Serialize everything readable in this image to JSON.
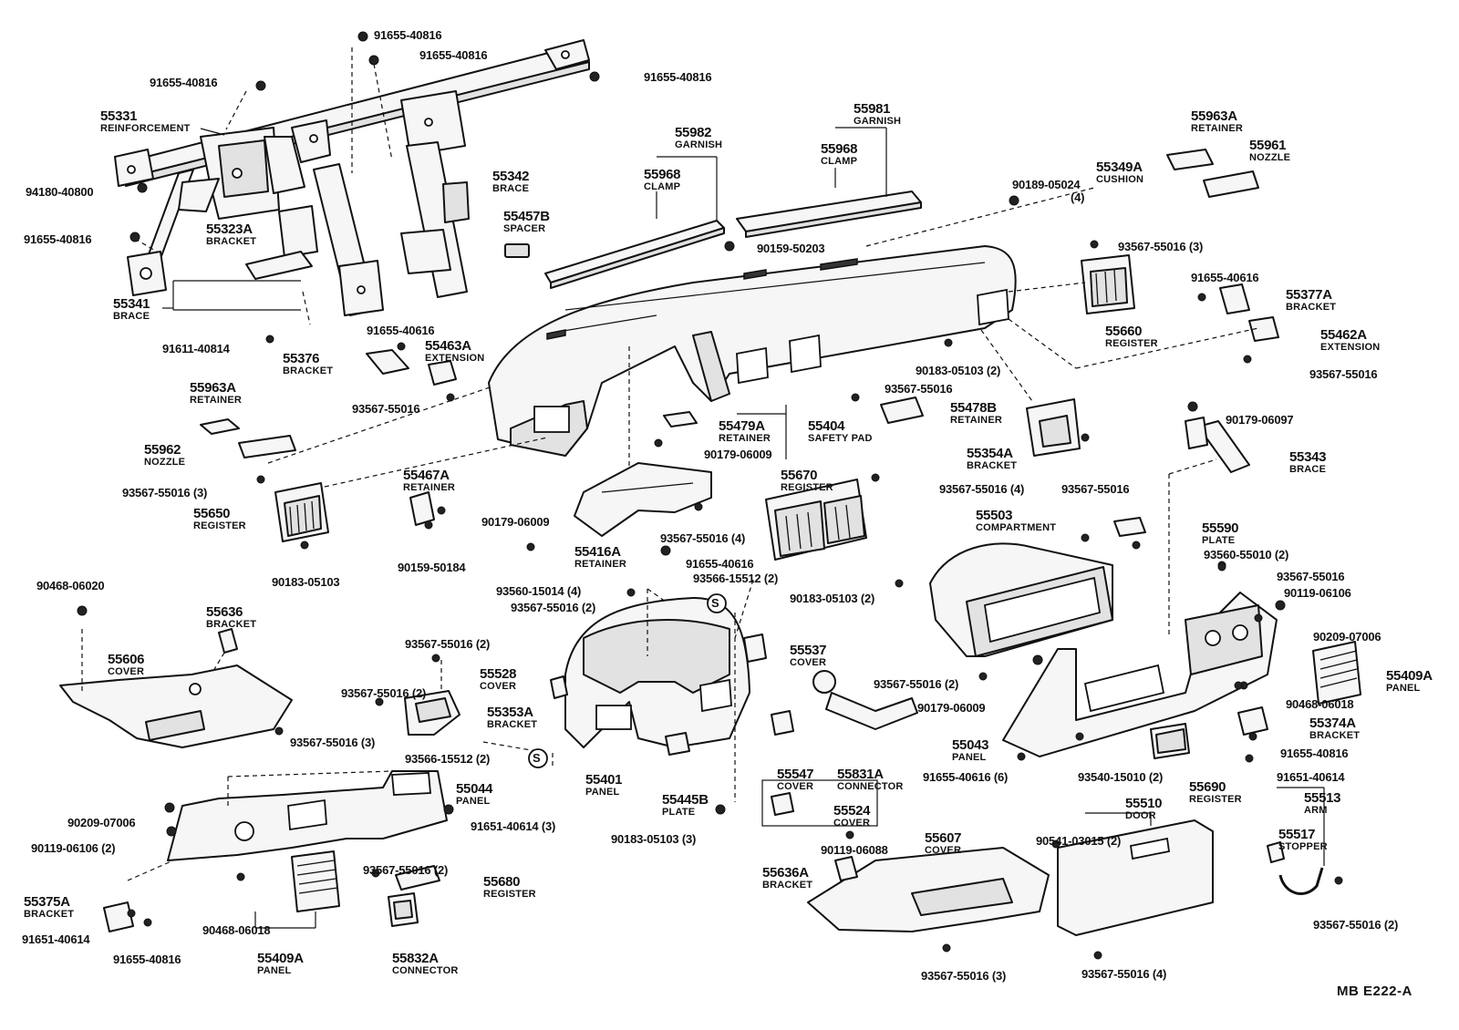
{
  "diagram_code": "MB  E222-A",
  "callouts": [
    {
      "id": "c-55331",
      "part_no": "55331",
      "name": "REINFORCEMENT"
    },
    {
      "id": "c-55342",
      "part_no": "55342",
      "name": "BRACE"
    },
    {
      "id": "c-55323a",
      "part_no": "55323A",
      "name": "BRACKET"
    },
    {
      "id": "c-55341",
      "part_no": "55341",
      "name": "BRACE"
    },
    {
      "id": "c-55376",
      "part_no": "55376",
      "name": "BRACKET"
    },
    {
      "id": "c-55463a",
      "part_no": "55463A",
      "name": "EXTENSION"
    },
    {
      "id": "c-55963a-l",
      "part_no": "55963A",
      "name": "RETAINER"
    },
    {
      "id": "c-55962",
      "part_no": "55962",
      "name": "NOZZLE"
    },
    {
      "id": "c-55650",
      "part_no": "55650",
      "name": "REGISTER"
    },
    {
      "id": "c-55467a",
      "part_no": "55467A",
      "name": "RETAINER"
    },
    {
      "id": "c-55457b",
      "part_no": "55457B",
      "name": "SPACER"
    },
    {
      "id": "c-55982",
      "part_no": "55982",
      "name": "GARNISH"
    },
    {
      "id": "c-55968-l",
      "part_no": "55968",
      "name": "CLAMP"
    },
    {
      "id": "c-55981",
      "part_no": "55981",
      "name": "GARNISH"
    },
    {
      "id": "c-55968-r",
      "part_no": "55968",
      "name": "CLAMP"
    },
    {
      "id": "c-55349a",
      "part_no": "55349A",
      "name": "CUSHION"
    },
    {
      "id": "c-55963a-r",
      "part_no": "55963A",
      "name": "RETAINER"
    },
    {
      "id": "c-55961",
      "part_no": "55961",
      "name": "NOZZLE"
    },
    {
      "id": "c-55377a",
      "part_no": "55377A",
      "name": "BRACKET"
    },
    {
      "id": "c-55660",
      "part_no": "55660",
      "name": "REGISTER"
    },
    {
      "id": "c-55462a",
      "part_no": "55462A",
      "name": "EXTENSION"
    },
    {
      "id": "c-55479a",
      "part_no": "55479A",
      "name": "RETAINER"
    },
    {
      "id": "c-55404",
      "part_no": "55404",
      "name": "SAFETY PAD"
    },
    {
      "id": "c-55478b",
      "part_no": "55478B",
      "name": "RETAINER"
    },
    {
      "id": "c-55354a",
      "part_no": "55354A",
      "name": "BRACKET"
    },
    {
      "id": "c-55343",
      "part_no": "55343",
      "name": "BRACE"
    },
    {
      "id": "c-55670",
      "part_no": "55670",
      "name": "REGISTER"
    },
    {
      "id": "c-55416a",
      "part_no": "55416A",
      "name": "RETAINER"
    },
    {
      "id": "c-55503",
      "part_no": "55503",
      "name": "COMPARTMENT"
    },
    {
      "id": "c-55590",
      "part_no": "55590",
      "name": "PLATE"
    },
    {
      "id": "c-55636-l",
      "part_no": "55636",
      "name": "BRACKET"
    },
    {
      "id": "c-55606",
      "part_no": "55606",
      "name": "COVER"
    },
    {
      "id": "c-55353a",
      "part_no": "55353A",
      "name": "BRACKET"
    },
    {
      "id": "c-55528",
      "part_no": "55528",
      "name": "COVER"
    },
    {
      "id": "c-55537",
      "part_no": "55537",
      "name": "COVER"
    },
    {
      "id": "c-55401",
      "part_no": "55401",
      "name": "PANEL"
    },
    {
      "id": "c-55445b",
      "part_no": "55445B",
      "name": "PLATE"
    },
    {
      "id": "c-55547",
      "part_no": "55547",
      "name": "COVER"
    },
    {
      "id": "c-55831a",
      "part_no": "55831A",
      "name": "CONNECTOR"
    },
    {
      "id": "c-55524",
      "part_no": "55524",
      "name": "COVER"
    },
    {
      "id": "c-55409a-r",
      "part_no": "55409A",
      "name": "PANEL"
    },
    {
      "id": "c-55374a",
      "part_no": "55374A",
      "name": "BRACKET"
    },
    {
      "id": "c-55043",
      "part_no": "55043",
      "name": "PANEL"
    },
    {
      "id": "c-55690",
      "part_no": "55690",
      "name": "REGISTER"
    },
    {
      "id": "c-55044",
      "part_no": "55044",
      "name": "PANEL"
    },
    {
      "id": "c-55680",
      "part_no": "55680",
      "name": "REGISTER"
    },
    {
      "id": "c-55375a",
      "part_no": "55375A",
      "name": "BRACKET"
    },
    {
      "id": "c-55409a-l",
      "part_no": "55409A",
      "name": "PANEL"
    },
    {
      "id": "c-55832a",
      "part_no": "55832A",
      "name": "CONNECTOR"
    },
    {
      "id": "c-55636a",
      "part_no": "55636A",
      "name": "BRACKET"
    },
    {
      "id": "c-55607",
      "part_no": "55607",
      "name": "COVER"
    },
    {
      "id": "c-55510",
      "part_no": "55510",
      "name": "DOOR"
    },
    {
      "id": "c-55513",
      "part_no": "55513",
      "name": "ARM"
    },
    {
      "id": "c-55517",
      "part_no": "55517",
      "name": "STOPPER"
    }
  ],
  "hardware": [
    {
      "id": "h1",
      "text": "91655-40816"
    },
    {
      "id": "h2",
      "text": "91655-40816"
    },
    {
      "id": "h3",
      "text": "91655-40816"
    },
    {
      "id": "h4",
      "text": "91655-40816"
    },
    {
      "id": "h5",
      "text": "94180-40800"
    },
    {
      "id": "h6",
      "text": "91655-40816"
    },
    {
      "id": "h7",
      "text": "91655-40616"
    },
    {
      "id": "h8",
      "text": "91611-40814"
    },
    {
      "id": "h9",
      "text": "93567-55016"
    },
    {
      "id": "h10",
      "text": "93567-55016 (3)"
    },
    {
      "id": "h11",
      "text": "90183-05103"
    },
    {
      "id": "h12",
      "text": "90179-06009"
    },
    {
      "id": "h13",
      "text": "90159-50184"
    },
    {
      "id": "h14",
      "text": "90159-50203"
    },
    {
      "id": "h15",
      "text": "90189-05024"
    },
    {
      "id": "h16",
      "text": "(4)"
    },
    {
      "id": "h17",
      "text": "93567-55016 (3)"
    },
    {
      "id": "h18",
      "text": "91655-40616"
    },
    {
      "id": "h19",
      "text": "90183-05103 (2)"
    },
    {
      "id": "h20",
      "text": "93567-55016"
    },
    {
      "id": "h21",
      "text": "93567-55016"
    },
    {
      "id": "h22",
      "text": "90179-06009"
    },
    {
      "id": "h23",
      "text": "93567-55016"
    },
    {
      "id": "h24",
      "text": "90179-06097"
    },
    {
      "id": "h25",
      "text": "93567-55016 (4)"
    },
    {
      "id": "h26",
      "text": "93567-55016 (4)"
    },
    {
      "id": "h27",
      "text": "91655-40616"
    },
    {
      "id": "h28",
      "text": "93560-15014 (4)"
    },
    {
      "id": "h29",
      "text": "93566-15512 (2)"
    },
    {
      "id": "h30",
      "text": "93567-55016 (2)"
    },
    {
      "id": "h31",
      "text": "93560-55010 (2)"
    },
    {
      "id": "h32",
      "text": "93567-55016"
    },
    {
      "id": "h33",
      "text": "90119-06106"
    },
    {
      "id": "h34",
      "text": "90209-07006"
    },
    {
      "id": "h35",
      "text": "90468-06020"
    },
    {
      "id": "h36",
      "text": "93567-55016 (2)"
    },
    {
      "id": "h37",
      "text": "93567-55016 (2)"
    },
    {
      "id": "h38",
      "text": "93567-55016 (3)"
    },
    {
      "id": "h39",
      "text": "93566-15512 (2)"
    },
    {
      "id": "h40",
      "text": "90183-05103 (2)"
    },
    {
      "id": "h41",
      "text": "93567-55016 (2)"
    },
    {
      "id": "h42",
      "text": "90179-06009"
    },
    {
      "id": "h43",
      "text": "90468-06018"
    },
    {
      "id": "h44",
      "text": "91655-40816"
    },
    {
      "id": "h45",
      "text": "91651-40614"
    },
    {
      "id": "h46",
      "text": "91655-40616 (6)"
    },
    {
      "id": "h47",
      "text": "93540-15010 (2)"
    },
    {
      "id": "h48",
      "text": "90209-07006"
    },
    {
      "id": "h49",
      "text": "90119-06106 (2)"
    },
    {
      "id": "h50",
      "text": "91651-40614 (3)"
    },
    {
      "id": "h51",
      "text": "93567-55016 (2)"
    },
    {
      "id": "h52",
      "text": "90183-05103 (3)"
    },
    {
      "id": "h53",
      "text": "90119-06088"
    },
    {
      "id": "h54",
      "text": "90541-03015 (2)"
    },
    {
      "id": "h55",
      "text": "90468-06018"
    },
    {
      "id": "h56",
      "text": "91651-40614"
    },
    {
      "id": "h57",
      "text": "91655-40816"
    },
    {
      "id": "h58",
      "text": "93567-55016 (3)"
    },
    {
      "id": "h59",
      "text": "93567-55016 (4)"
    },
    {
      "id": "h60",
      "text": "93567-55016 (2)"
    }
  ],
  "markers": [
    {
      "id": "m1",
      "text": "S"
    },
    {
      "id": "m2",
      "text": "S"
    }
  ]
}
